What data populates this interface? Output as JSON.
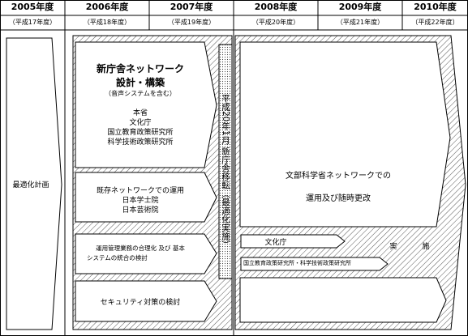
{
  "years": [
    {
      "label": "2005年度",
      "era": "（平成17年度）"
    },
    {
      "label": "2006年度",
      "era": "（平成18年度）"
    },
    {
      "label": "2007年度",
      "era": "（平成19年度）"
    },
    {
      "label": "2008年度",
      "era": "（平成20年度）"
    },
    {
      "label": "2009年度",
      "era": "（平成21年度）"
    },
    {
      "label": "2010年度",
      "era": "（平成22年度）"
    }
  ],
  "optimization_plan": "最適化計画",
  "new_network": {
    "title_line1": "新庁舎ネットワーク",
    "title_line2": "設計・構築",
    "title_note": "（音声システムを含む）",
    "orgs": [
      "本省",
      "文化庁",
      "国立教育政策研究所",
      "科学技術政策研究所"
    ]
  },
  "existing_network": {
    "line1": "既存ネットワークでの運用",
    "line2": "日本学士院",
    "line3": "日本芸術院"
  },
  "ops_integration": {
    "line1": "運用管理業務の合理化 及び 基本",
    "line2": "システムの統合の検討"
  },
  "security_review": "セキュリティ対策の検討",
  "relocation_milestone": "平成20年1月 新庁舎移転（最適化実施）",
  "mext_network": {
    "line1": "文部科学省ネットワークでの",
    "line2": "運用及び随時更改"
  },
  "bunka": "文化庁",
  "jisshi": [
    "実",
    "施"
  ],
  "research_institutes": "国立教育政策研究所・科学技術政策研究所"
}
